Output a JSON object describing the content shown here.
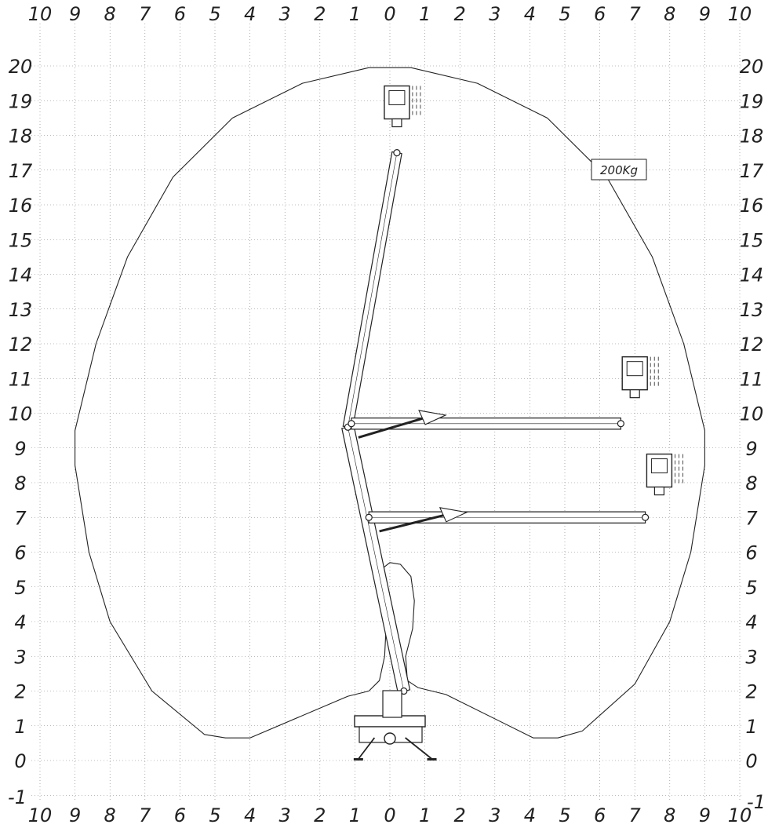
{
  "x_top_labels": [
    "10",
    "9",
    "8",
    "7",
    "6",
    "5",
    "4",
    "3",
    "2",
    "1",
    "0",
    "1",
    "2",
    "3",
    "4",
    "5",
    "6",
    "7",
    "8",
    "9",
    "10"
  ],
  "x_bottom_labels": [
    "10",
    "9",
    "8",
    "7",
    "6",
    "5",
    "4",
    "3",
    "2",
    "1",
    "0",
    "1",
    "2",
    "3",
    "4",
    "5",
    "6",
    "7",
    "8",
    "9",
    "10"
  ],
  "y_labels": [
    "20",
    "19",
    "18",
    "17",
    "16",
    "15",
    "14",
    "13",
    "12",
    "11",
    "10",
    "9",
    "8",
    "7",
    "6",
    "5",
    "4",
    "3",
    "2",
    "1",
    "0"
  ],
  "y_bottom_left": "-1",
  "y_bottom_right": "-1",
  "load_label": "200Kg",
  "colors": {
    "line": "#222222",
    "grid": "#7a7a7a",
    "text": "#222222"
  },
  "diagram": {
    "x_range": [
      -10,
      10
    ],
    "y_range": [
      -1,
      20
    ],
    "envelope": [
      [
        -0.6,
        19.95
      ],
      [
        0.6,
        19.95
      ],
      [
        2.5,
        19.5
      ],
      [
        4.5,
        18.5
      ],
      [
        6.2,
        16.8
      ],
      [
        7.5,
        14.5
      ],
      [
        8.4,
        12.0
      ],
      [
        9.0,
        9.5
      ],
      [
        9.0,
        8.5
      ],
      [
        8.6,
        6.0
      ],
      [
        8.0,
        4.0
      ],
      [
        7.0,
        2.2
      ],
      [
        5.5,
        0.85
      ],
      [
        4.8,
        0.65
      ],
      [
        4.1,
        0.65
      ],
      [
        1.6,
        1.9
      ],
      [
        0.8,
        2.1
      ],
      [
        0.5,
        2.3
      ],
      [
        0.45,
        3.0
      ],
      [
        0.65,
        3.8
      ],
      [
        0.7,
        4.6
      ],
      [
        0.6,
        5.3
      ],
      [
        0.3,
        5.65
      ],
      [
        0.0,
        5.7
      ],
      [
        -0.25,
        5.5
      ],
      [
        -0.25,
        5.0
      ],
      [
        -0.1,
        4.0
      ],
      [
        -0.15,
        3.0
      ],
      [
        -0.3,
        2.3
      ],
      [
        -0.6,
        2.0
      ],
      [
        -1.2,
        1.85
      ],
      [
        -4.0,
        0.65
      ],
      [
        -4.7,
        0.65
      ],
      [
        -5.3,
        0.75
      ],
      [
        -6.8,
        2.0
      ],
      [
        -8.0,
        4.0
      ],
      [
        -8.6,
        6.0
      ],
      [
        -9.0,
        8.5
      ],
      [
        -9.0,
        9.5
      ],
      [
        -8.4,
        12.0
      ],
      [
        -7.5,
        14.5
      ],
      [
        -6.2,
        16.8
      ],
      [
        -4.5,
        18.5
      ],
      [
        -2.5,
        19.5
      ]
    ],
    "booms": [
      {
        "from": [
          0.4,
          2.0
        ],
        "to": [
          -1.2,
          9.6
        ],
        "width": 0.35
      },
      {
        "from": [
          -1.2,
          9.6
        ],
        "to": [
          0.2,
          17.5
        ],
        "width": 0.28
      },
      {
        "from": [
          -0.6,
          7.0
        ],
        "to": [
          7.3,
          7.0
        ],
        "width": 0.32
      },
      {
        "from": [
          -1.1,
          9.7
        ],
        "to": [
          6.6,
          9.7
        ],
        "width": 0.32
      }
    ],
    "baskets": [
      {
        "center": [
          0.2,
          18.7
        ]
      },
      {
        "center": [
          7.0,
          10.9
        ]
      },
      {
        "center": [
          7.7,
          8.1
        ]
      }
    ]
  }
}
